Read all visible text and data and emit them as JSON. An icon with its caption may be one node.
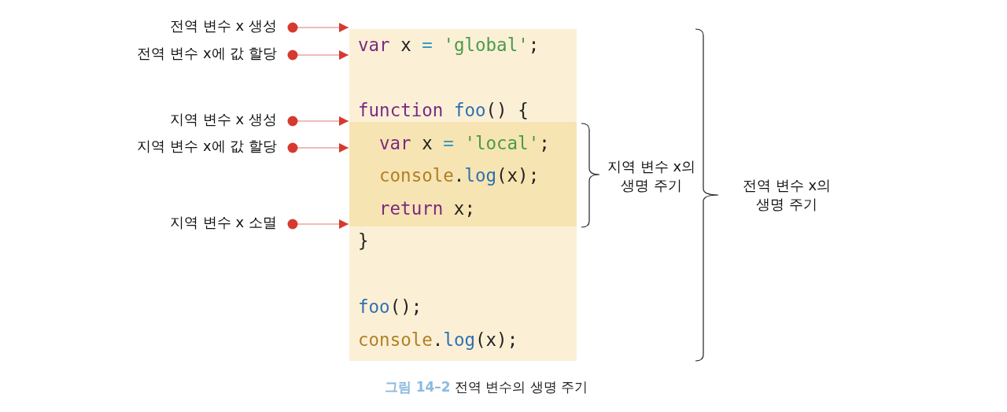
{
  "diagram": {
    "caption": "**그림 14–2** 전역 변수의 생명 주기",
    "nodes": [
      {
        "text": [
          "var x = 'global';",
          "function foo() {",
          "}",
          "foo();",
          "console.log(x);"
        ]
      },
      {
        "text": [
          "var x = 'local';",
          "console.log(x);",
          "return x;"
        ],
        "in": 0
      },
      {
        "text": [
          "전역 변수 x 생성"
        ]
      },
      {
        "text": [
          "전역 변수 x에 값 할당"
        ]
      },
      {
        "text": [
          "지역 변수 x 생성"
        ]
      },
      {
        "text": [
          "지역 변수 x에 값 할당"
        ]
      },
      {
        "text": [
          "지역 변수 x 소멸"
        ]
      }
    ],
    "edges": [
      {
        "from": 2,
        "to": 0,
        "arrow": "to"
      },
      {
        "from": 3,
        "to": 0,
        "arrow": "to"
      },
      {
        "from": 4,
        "to": 1,
        "arrow": "to"
      },
      {
        "from": 5,
        "to": 1,
        "arrow": "to"
      },
      {
        "from": 6,
        "to": 1,
        "arrow": "to"
      }
    ],
    "labels": [
      "지역 변수 x의 생명 주기",
      "전역 변수 x의 생명 주기"
    ]
  }
}
